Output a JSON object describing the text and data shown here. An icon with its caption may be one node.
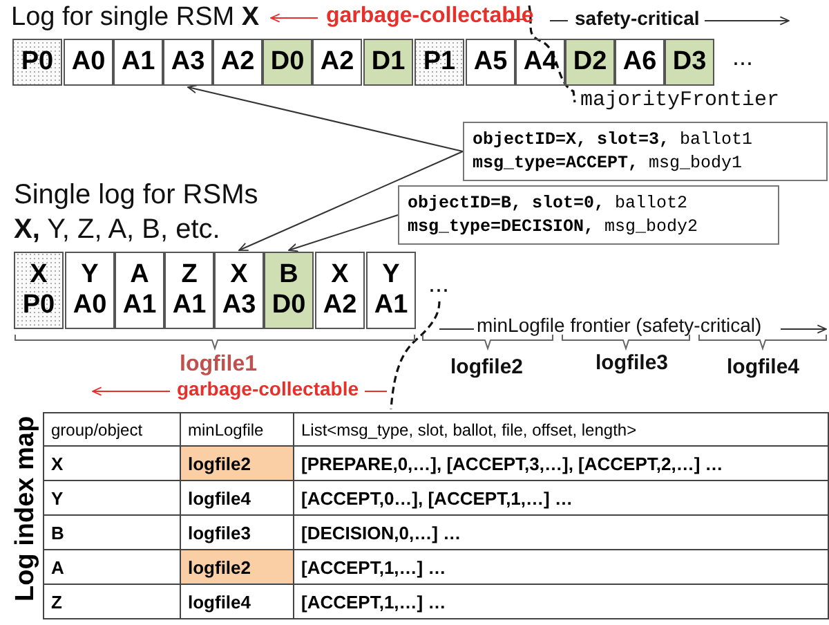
{
  "diagram": {
    "nodes": [
      {
        "text": [
          "P0"
        ]
      },
      {
        "text": [
          "A0"
        ]
      },
      {
        "text": [
          "A1"
        ]
      },
      {
        "text": [
          "A3"
        ]
      },
      {
        "text": [
          "A2"
        ]
      },
      {
        "text": [
          "D0"
        ]
      },
      {
        "text": [
          "A2"
        ]
      },
      {
        "text": [
          "D1"
        ]
      },
      {
        "text": [
          "P1"
        ]
      },
      {
        "text": [
          "A5"
        ]
      },
      {
        "text": [
          "A4"
        ]
      },
      {
        "text": [
          "D2"
        ]
      },
      {
        "text": [
          "A6"
        ]
      },
      {
        "text": [
          "D3"
        ]
      },
      {
        "text": [
          "**objectID=X, slot=3,** ballot1",
          "**msg_type=ACCEPT,** msg_body1"
        ]
      },
      {
        "text": [
          "**objectID=B, slot=0,** ballot2",
          "**msg_type=DECISION,** msg_body2"
        ]
      },
      {
        "text": [
          "X",
          "P0"
        ]
      },
      {
        "text": [
          "Y",
          "A0"
        ]
      },
      {
        "text": [
          "A",
          "A1"
        ]
      },
      {
        "text": [
          "Z",
          "A1"
        ]
      },
      {
        "text": [
          "X",
          "A3"
        ]
      },
      {
        "text": [
          "B",
          "D0"
        ]
      },
      {
        "text": [
          "X",
          "A2"
        ]
      },
      {
        "text": [
          "Y",
          "A1"
        ]
      }
    ],
    "edges": [
      {
        "from": 14,
        "to": 3,
        "arrow": "to"
      },
      {
        "from": 14,
        "to": 20,
        "arrow": "to"
      },
      {
        "from": 15,
        "to": 21,
        "arrow": "to"
      }
    ],
    "labels": [
      "Log for single RSM **X**",
      "garbage-collectable",
      "safety-critical",
      "...",
      "majorityFrontier",
      "Single log for RSMs",
      "**X,** Y, Z, A, B, etc.",
      "...",
      "minLogfile frontier (safety-critical)",
      "logfile1",
      "garbage-collectable",
      "logfile2",
      "logfile3",
      "logfile4",
      "Log index map",
      "group/object",
      "minLogfile",
      "List<msg_type, slot, ballot, file, offset, length>",
      "X",
      "logfile2",
      "[PREPARE,0,…], [ACCEPT,3,…], [ACCEPT,2,…] …",
      "Y",
      "logfile4",
      "[ACCEPT,0…], [ACCEPT,1,…] …",
      "B",
      "logfile3",
      "[DECISION,0,…] …",
      "A",
      "logfile2",
      "[ACCEPT,1,…] …",
      "Z",
      "logfile4",
      "[ACCEPT,1,…] …"
    ]
  }
}
